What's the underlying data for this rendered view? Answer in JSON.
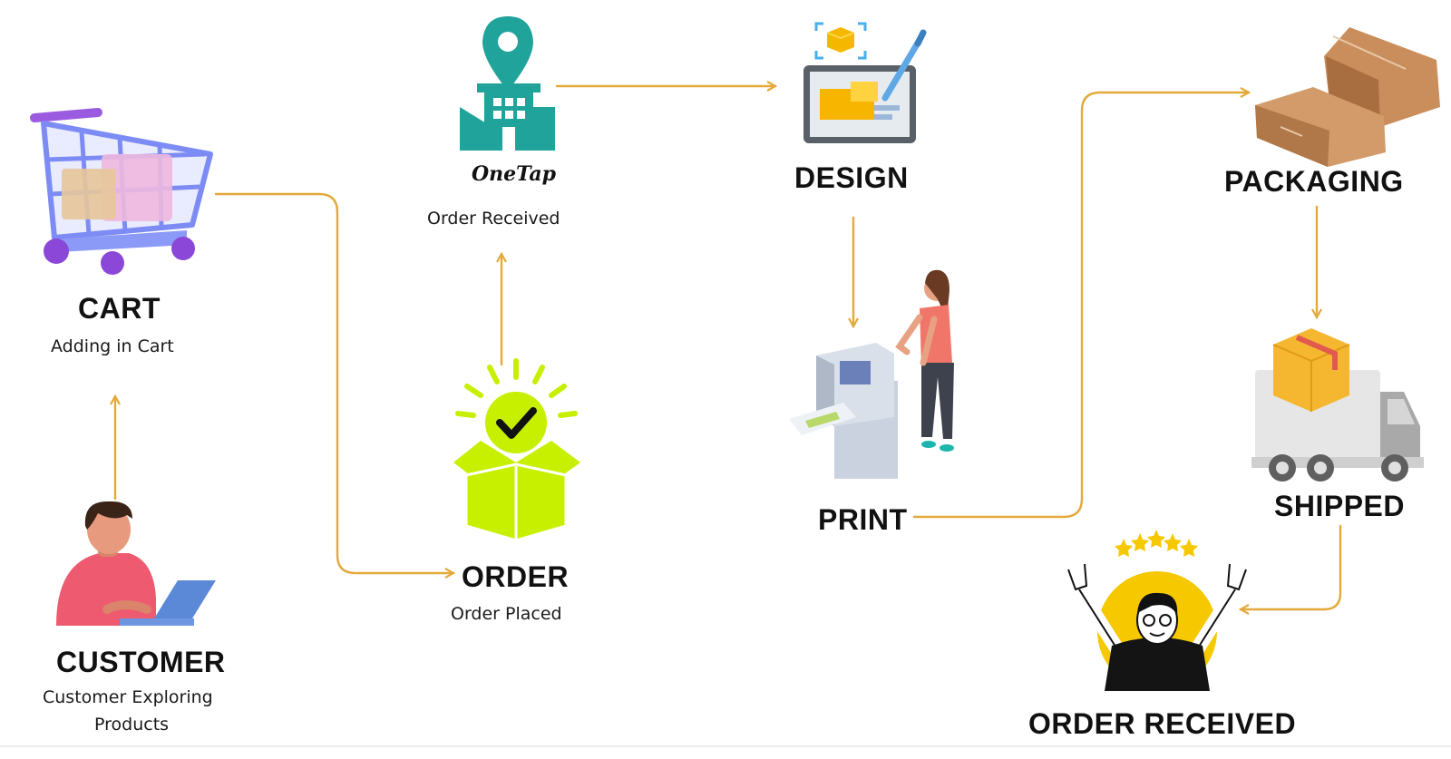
{
  "nodes": {
    "customer": {
      "title": "CUSTOMER",
      "sub_line1": "Customer Exploring",
      "sub_line2": "Products"
    },
    "cart": {
      "title": "CART",
      "sub": "Adding in Cart"
    },
    "order": {
      "title": "ORDER",
      "sub": "Order Placed"
    },
    "order_received_brand": {
      "logo_text": "OneTap",
      "sub": "Order Received"
    },
    "design": {
      "title": "DESIGN"
    },
    "print": {
      "title": "PRINT"
    },
    "packaging": {
      "title": "PACKAGING"
    },
    "shipped": {
      "title": "SHIPPED"
    },
    "final": {
      "title": "ORDER RECEIVED"
    }
  },
  "colors": {
    "arrow": "#E3A93A",
    "check_box": "#C6F000",
    "teal": "#1FA39A",
    "cart": "#7D8CF5",
    "happy_circle": "#F6C800"
  },
  "icons": [
    "laptop-user-icon",
    "shopping-cart-icon",
    "location-building-icon",
    "open-box-check-icon",
    "design-tablet-icon",
    "printer-operator-icon",
    "parcels-icon",
    "delivery-truck-icon",
    "happy-customer-icon"
  ]
}
